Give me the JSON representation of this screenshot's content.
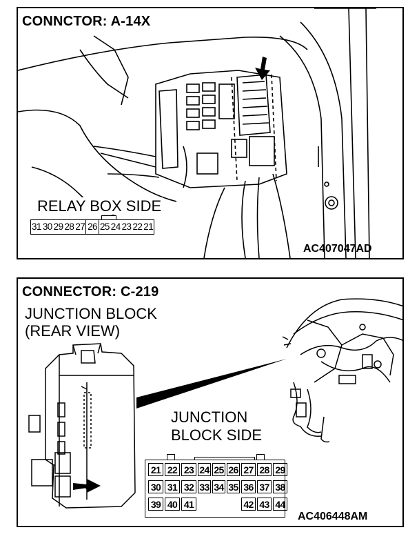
{
  "panel_a": {
    "title": "CONNCTOR: A-14X",
    "side_label": "RELAY BOX SIDE",
    "pins": [
      "31",
      "30",
      "29",
      "28",
      "27",
      "26",
      "25",
      "24",
      "23",
      "22",
      "21"
    ],
    "highlighted_pin": "26",
    "figure_code": "AC407047AD"
  },
  "panel_c": {
    "title": "CONNECTOR: C-219",
    "component_line1": "JUNCTION BLOCK",
    "component_line2": "(REAR VIEW)",
    "side_line1": "JUNCTION",
    "side_line2": "BLOCK SIDE",
    "row1": [
      "21",
      "22",
      "23",
      "24",
      "25",
      "26",
      "27",
      "28",
      "29"
    ],
    "row2": [
      "30",
      "31",
      "32",
      "33",
      "34",
      "35",
      "36",
      "37",
      "38"
    ],
    "row3": [
      "39",
      "40",
      "41",
      "42",
      "43",
      "44"
    ],
    "figure_code": "AC406448AM"
  }
}
